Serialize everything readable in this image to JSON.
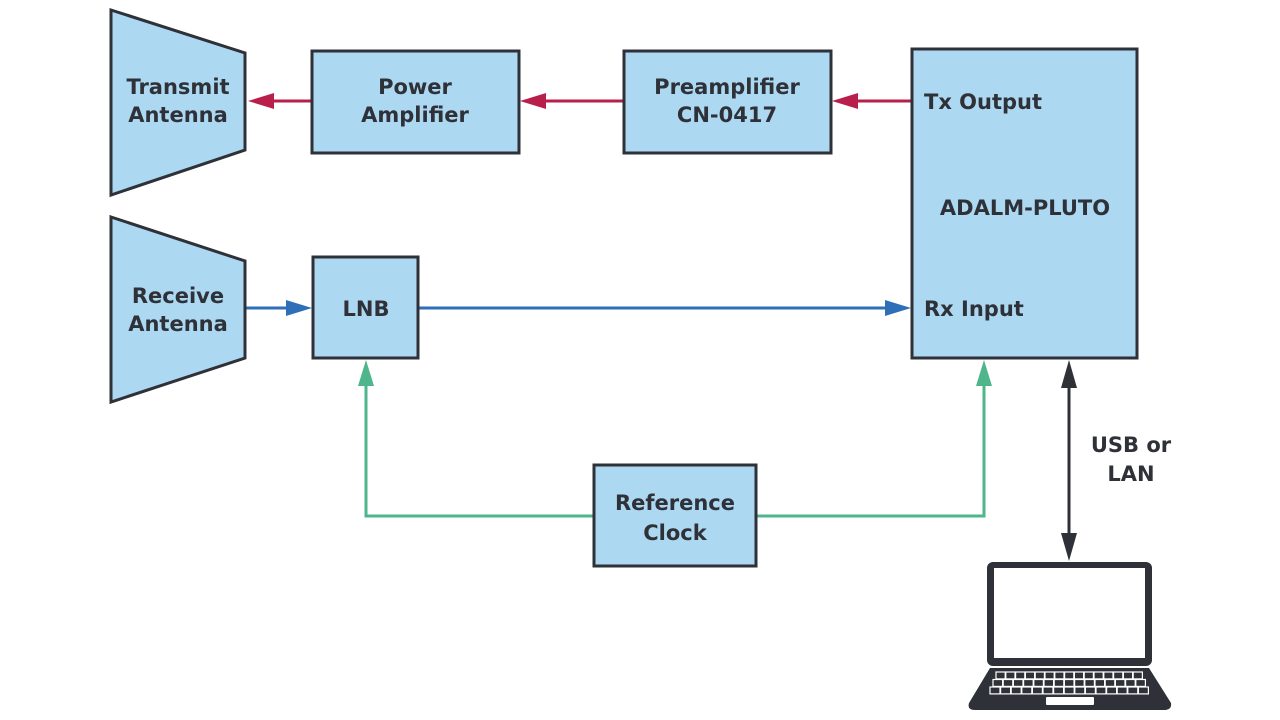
{
  "diagram": {
    "title": "ADALM-PLUTO satellite transceiver block diagram",
    "colors": {
      "block_fill": "#add8f2",
      "block_stroke": "#2e3138",
      "tx_path": "#b81f4a",
      "rx_path": "#2e6fb8",
      "clock_path": "#4fb58a",
      "data_link": "#2e3138"
    },
    "blocks": {
      "transmit_antenna": {
        "line1": "Transmit",
        "line2": "Antenna"
      },
      "power_amplifier": {
        "line1": "Power",
        "line2": "Amplifier"
      },
      "preamplifier": {
        "line1": "Preamplifier",
        "line2": "CN-0417"
      },
      "receive_antenna": {
        "line1": "Receive",
        "line2": "Antenna"
      },
      "lnb": {
        "line1": "LNB"
      },
      "reference_clock": {
        "line1": "Reference",
        "line2": "Clock"
      },
      "pluto": {
        "title": "ADALM-PLUTO",
        "tx_port": "Tx Output",
        "rx_port": "Rx Input"
      }
    },
    "link_label": {
      "line1": "USB or",
      "line2": "LAN"
    },
    "connections": [
      {
        "from": "pluto.tx_port",
        "to": "preamplifier",
        "type": "tx"
      },
      {
        "from": "preamplifier",
        "to": "power_amplifier",
        "type": "tx"
      },
      {
        "from": "power_amplifier",
        "to": "transmit_antenna",
        "type": "tx"
      },
      {
        "from": "receive_antenna",
        "to": "lnb",
        "type": "rx"
      },
      {
        "from": "lnb",
        "to": "pluto.rx_port",
        "type": "rx"
      },
      {
        "from": "reference_clock",
        "to": "lnb",
        "type": "clock"
      },
      {
        "from": "reference_clock",
        "to": "pluto",
        "type": "clock"
      },
      {
        "from": "pluto",
        "to": "laptop",
        "type": "bidirectional",
        "label": "USB or LAN"
      }
    ],
    "computer": {
      "icon": "laptop-icon"
    }
  }
}
